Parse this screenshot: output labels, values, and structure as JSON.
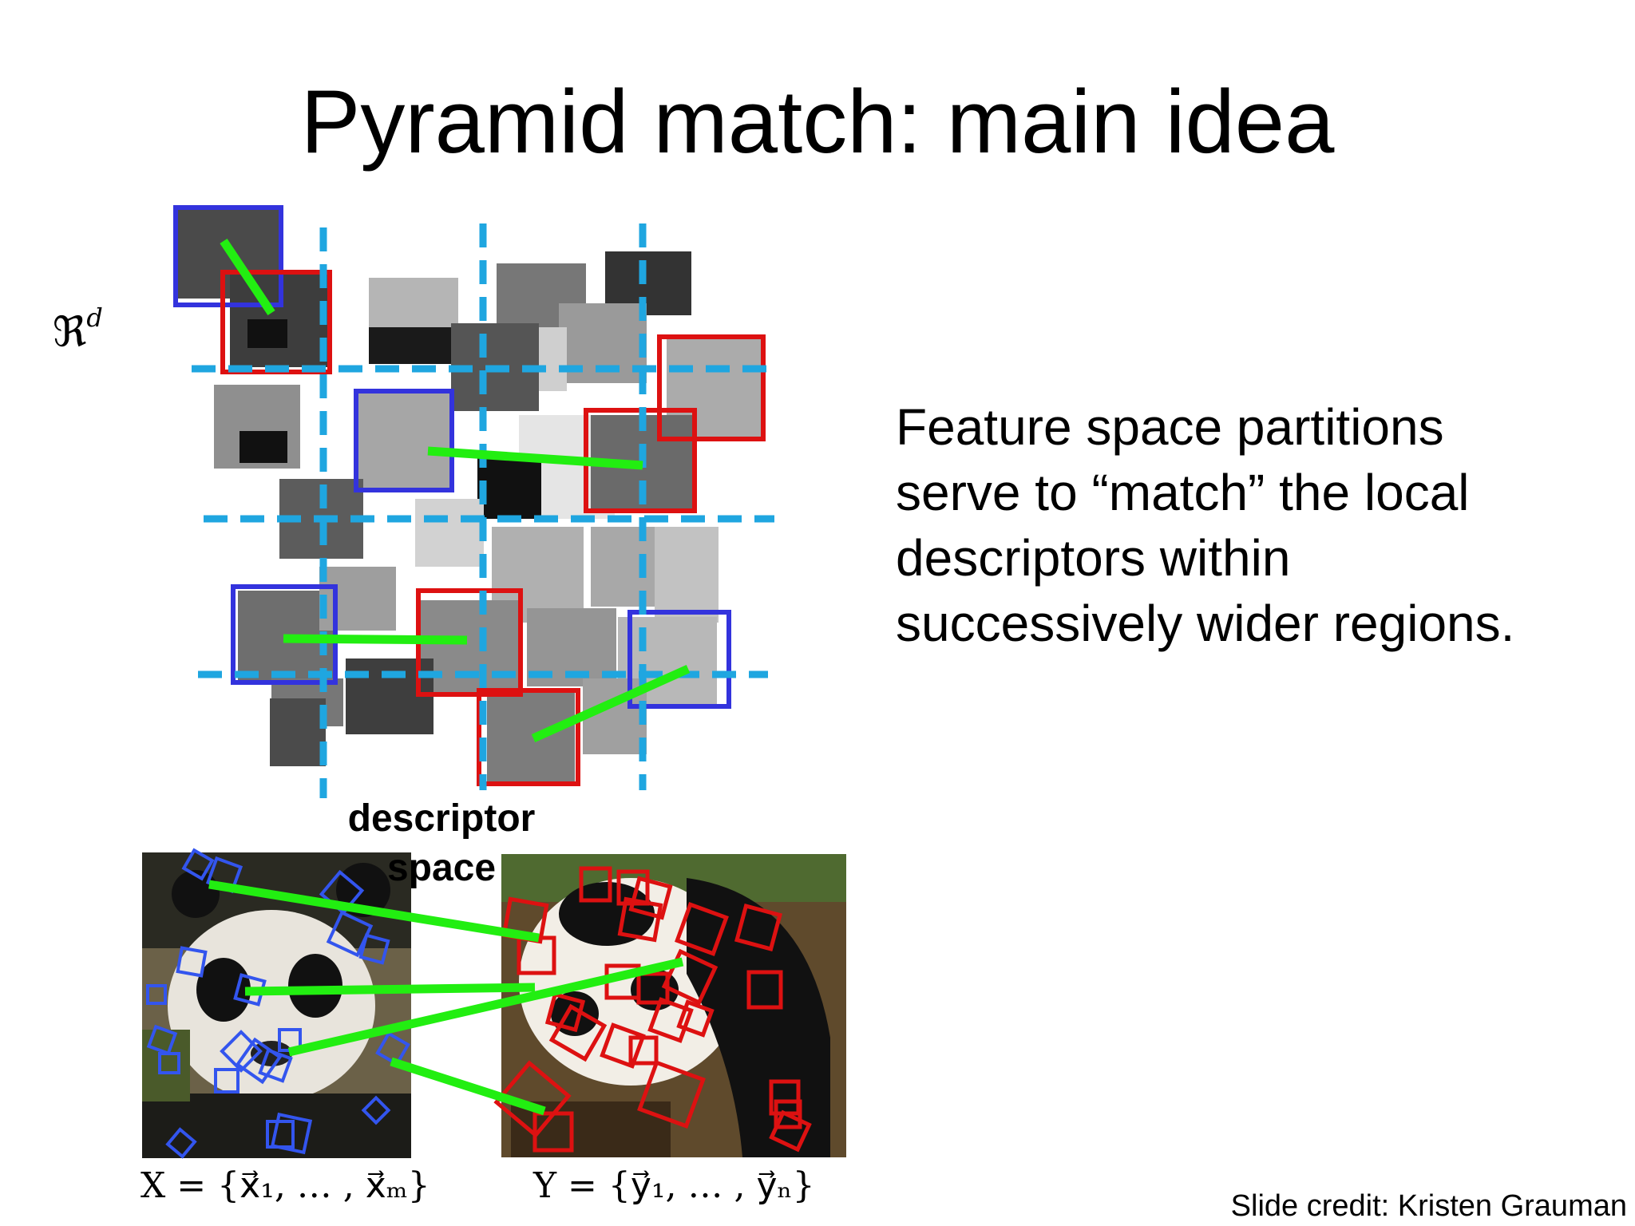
{
  "slide": {
    "title": "Pyramid match: main idea",
    "body_lines": [
      "Feature space partitions",
      "serve to “match” the local",
      "descriptors within",
      "successively wider regions."
    ],
    "space_symbol": "ℜ",
    "space_superscript": "d",
    "descriptor_label_line1": "descriptor",
    "descriptor_label_line2": "space",
    "x_set": "X = {x⃗₁, … , x⃗ₘ}",
    "y_set": "Y = {y⃗₁, … , y⃗ₙ}",
    "credit": "Slide credit: Kristen Grauman"
  },
  "colors": {
    "grid_dashes": "#1fa6e0",
    "match_lines": "#22ee11",
    "set_x_boxes": "#3333dd",
    "set_y_boxes": "#dd1111"
  }
}
